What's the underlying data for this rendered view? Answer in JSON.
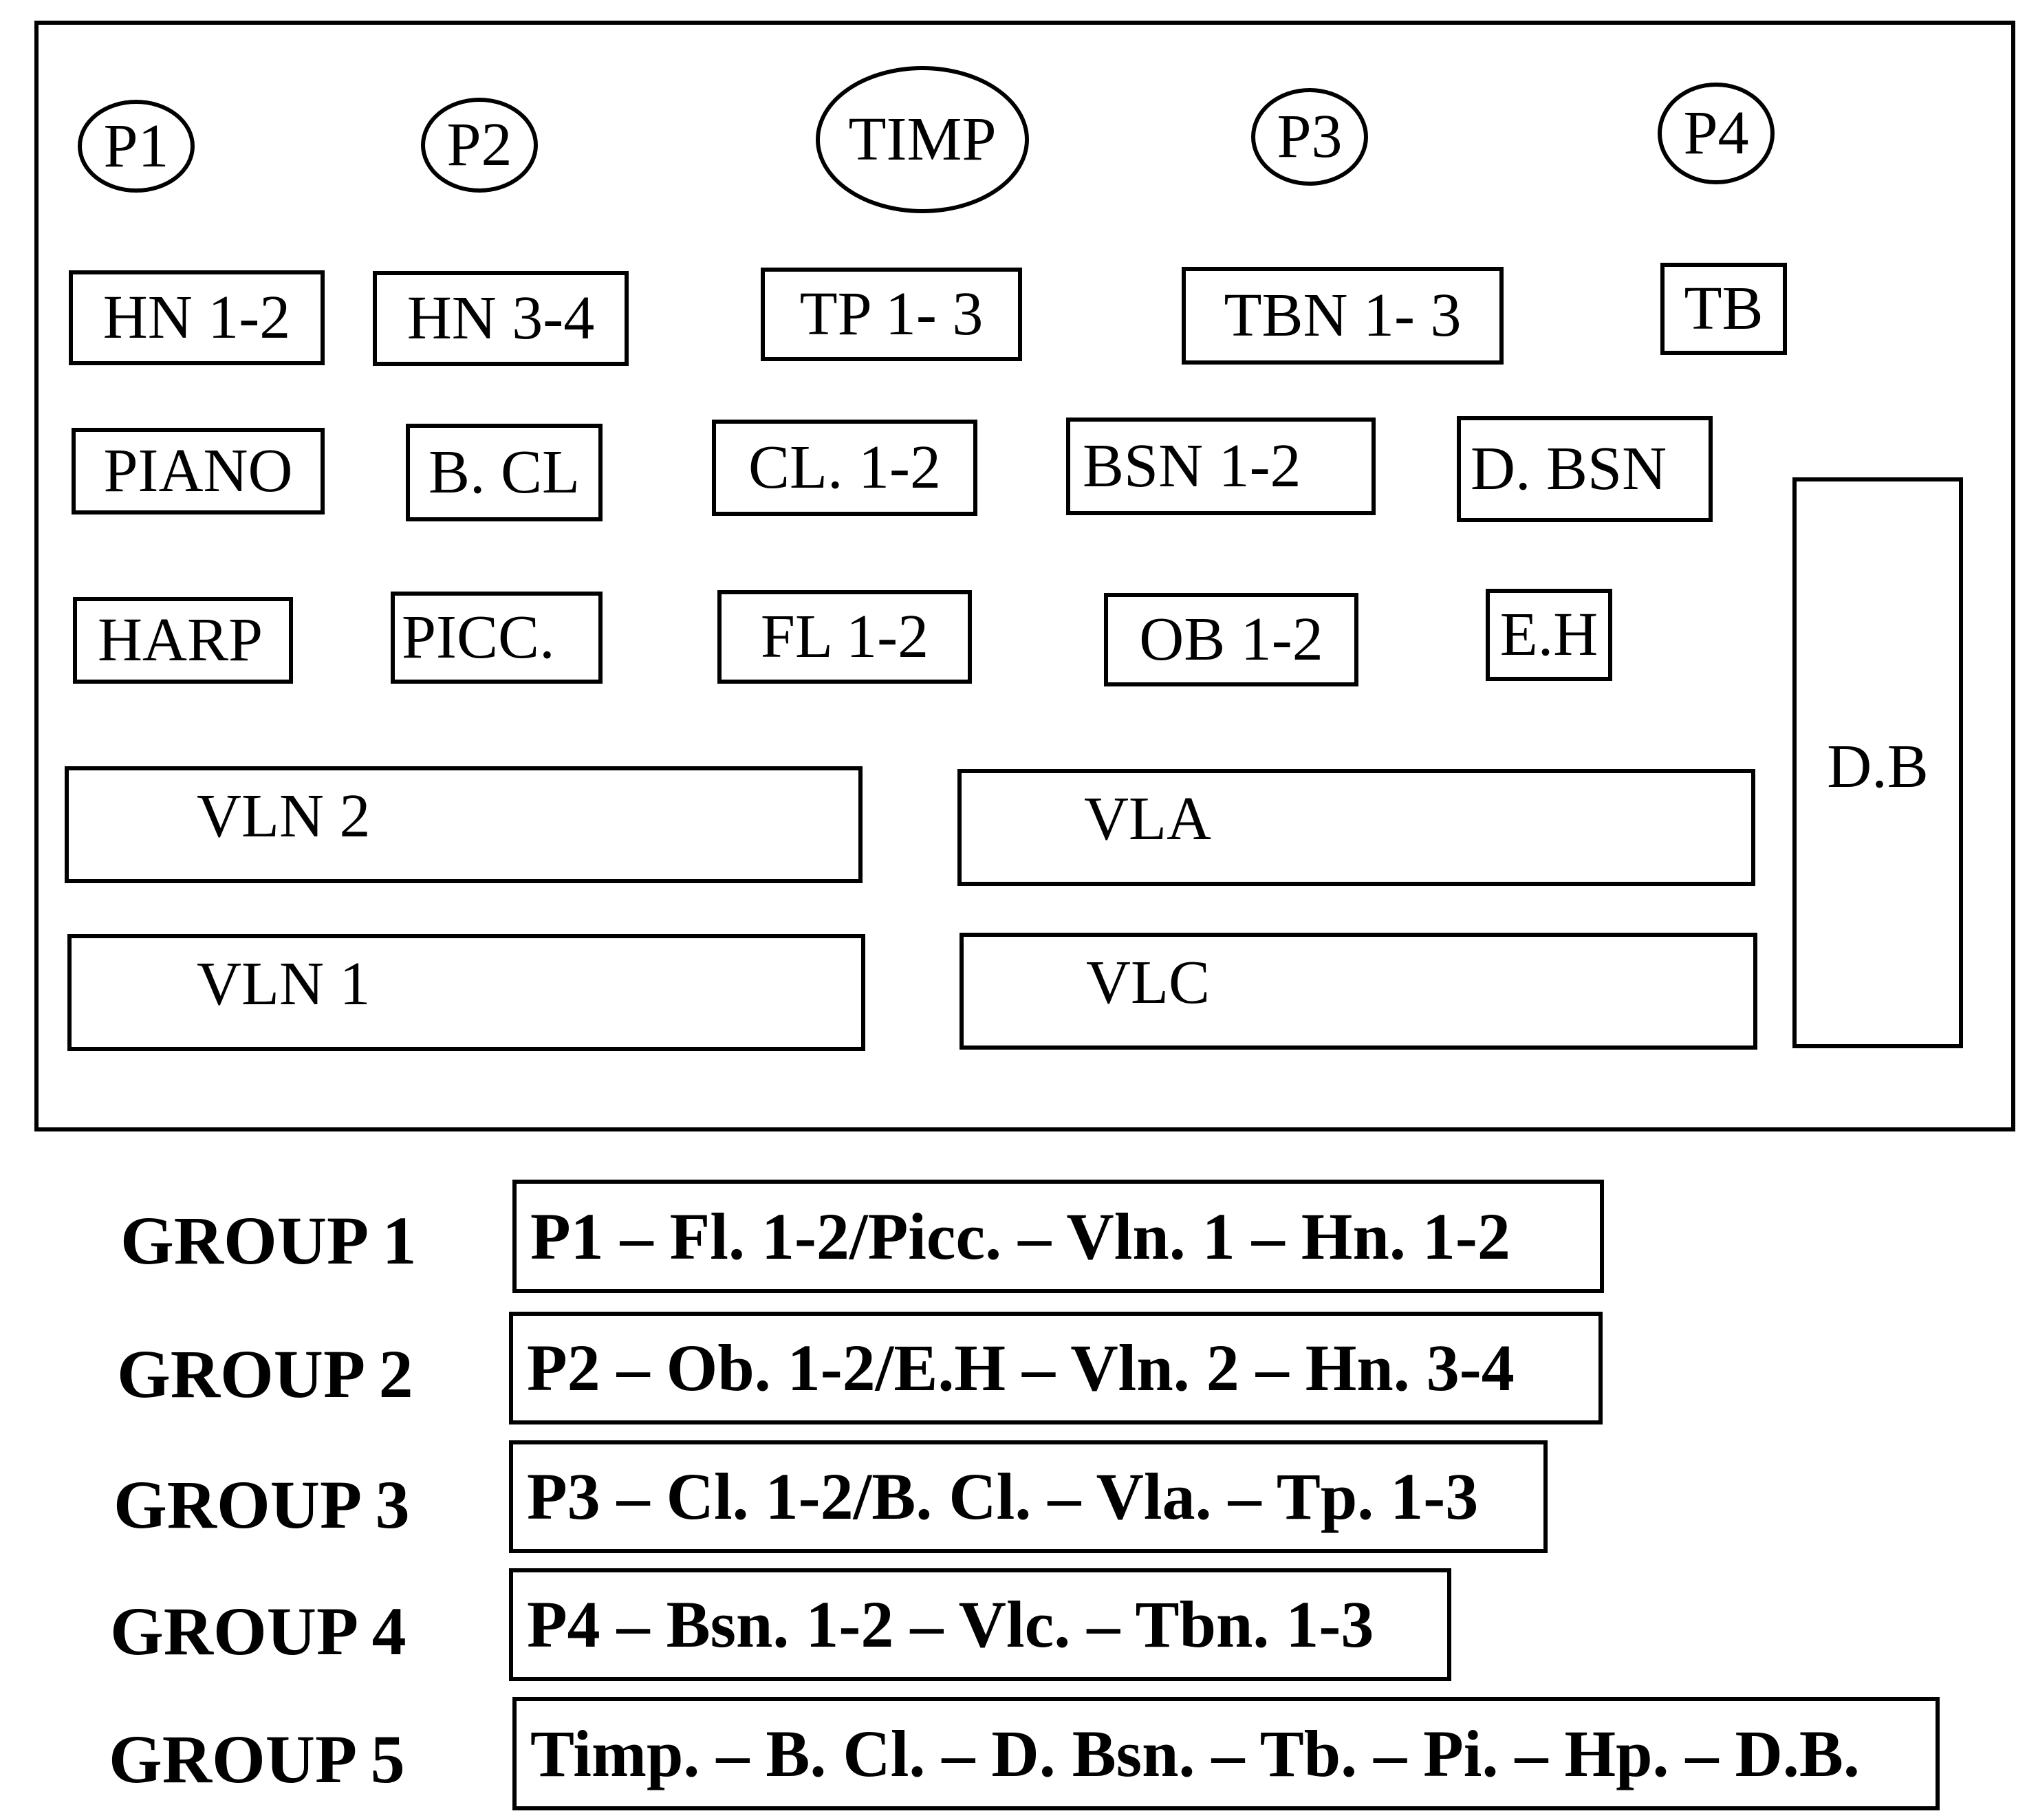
{
  "seating": {
    "percussion": [
      "P1",
      "P2",
      "TIMP",
      "P3",
      "P4"
    ],
    "brass": [
      "HN 1-2",
      "HN 3-4",
      "TP 1- 3",
      "TBN 1- 3",
      "TB"
    ],
    "row3": [
      "PIANO",
      "B. CL",
      "CL. 1-2",
      "BSN 1-2",
      "D. BSN"
    ],
    "row4": [
      "HARP",
      "PICC.",
      "FL 1-2",
      "OB 1-2",
      "E.H"
    ],
    "strings": [
      "VLN 2",
      "VLA",
      "VLN 1",
      "VLC"
    ],
    "bass": "D.B"
  },
  "groups": [
    {
      "label": "GROUP 1",
      "members": "P1 – Fl. 1-2/Picc. – Vln. 1 – Hn. 1-2"
    },
    {
      "label": "GROUP 2",
      "members": "P2 – Ob. 1-2/E.H – Vln. 2 – Hn. 3-4"
    },
    {
      "label": "GROUP 3",
      "members": "P3 – Cl. 1-2/B. Cl. – Vla. – Tp. 1-3"
    },
    {
      "label": "GROUP 4",
      "members": "P4 – Bsn. 1-2 – Vlc. – Tbn. 1-3"
    },
    {
      "label": "GROUP 5",
      "members": "Timp. – B. Cl. – D. Bsn. – Tb. – Pi. – Hp. – D.B."
    }
  ]
}
